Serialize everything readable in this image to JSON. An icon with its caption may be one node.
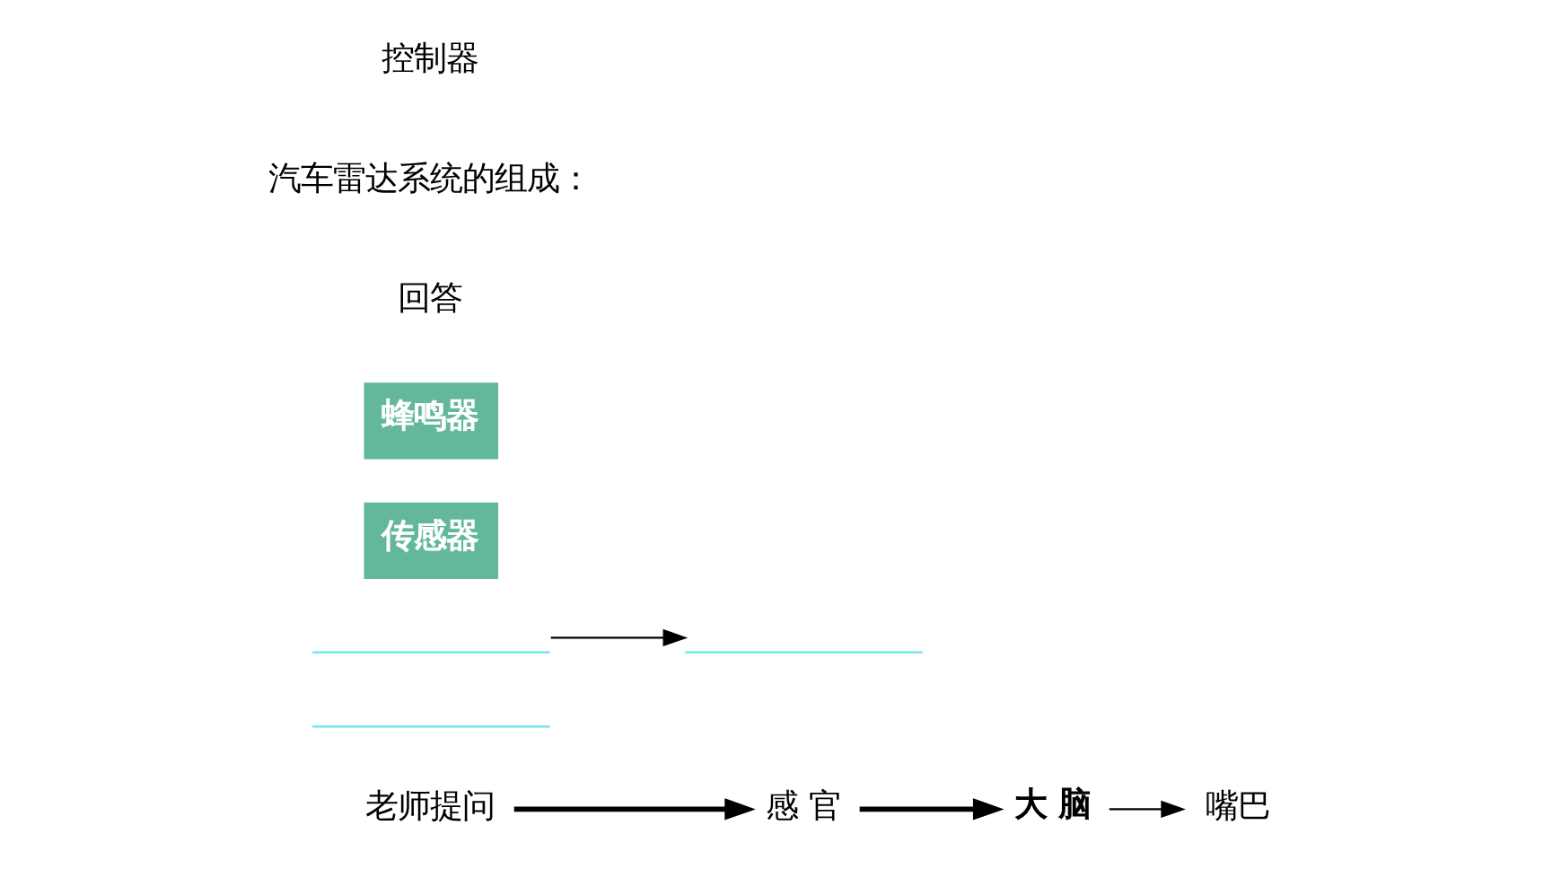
{
  "diagram": {
    "nodes": [
      {
        "text": [
          "老师提问"
        ]
      },
      {
        "text": [
          "感 官"
        ]
      },
      {
        "text": [
          "大 脑"
        ]
      },
      {
        "text": [
          "嘴巴"
        ]
      },
      {
        "text": [],
        "shape": "line"
      },
      {
        "text": [],
        "shape": "line"
      },
      {
        "text": [],
        "shape": "line"
      },
      {
        "text": [
          "传感器"
        ]
      },
      {
        "text": [
          "蜂鸣器"
        ]
      }
    ],
    "edges": [
      {
        "from": 0,
        "to": 1,
        "arrow": "to",
        "style": "thick"
      },
      {
        "from": 1,
        "to": 2,
        "arrow": "to",
        "style": "thick"
      },
      {
        "from": 2,
        "to": 3,
        "arrow": "to"
      },
      {
        "from": 5,
        "to": 6,
        "arrow": "to"
      }
    ],
    "labels": [
      "回答",
      "汽车雷达系统的组成：",
      "控制器"
    ]
  }
}
